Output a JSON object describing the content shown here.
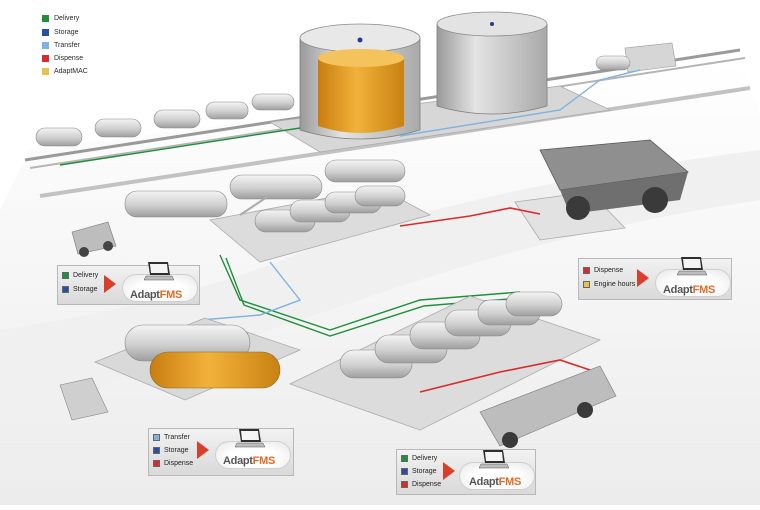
{
  "legend": [
    {
      "label": "Delivery",
      "color": "#1e8f3a"
    },
    {
      "label": "Storage",
      "color": "#2b4fa0"
    },
    {
      "label": "Transfer",
      "color": "#7fb2e0"
    },
    {
      "label": "Dispense",
      "color": "#d92b2b"
    },
    {
      "label": "AdaptMAC",
      "color": "#e8c24a"
    }
  ],
  "panels": [
    {
      "id": "left",
      "rows": [
        {
          "label": "Delivery",
          "color": "#1e8f3a"
        },
        {
          "label": "Storage",
          "color": "#2b4fa0"
        }
      ],
      "brand_a": "Adapt",
      "brand_b": "FMS"
    },
    {
      "id": "right",
      "rows": [
        {
          "label": "Dispense",
          "color": "#d92b2b"
        },
        {
          "label": "Engine hours",
          "color": "#e8c24a"
        }
      ],
      "brand_a": "Adapt",
      "brand_b": "FMS"
    },
    {
      "id": "bottom-left",
      "rows": [
        {
          "label": "Transfer",
          "color": "#7fb2e0"
        },
        {
          "label": "Storage",
          "color": "#2b4fa0"
        },
        {
          "label": "Dispense",
          "color": "#d92b2b"
        }
      ],
      "brand_a": "Adapt",
      "brand_b": "FMS"
    },
    {
      "id": "bottom-center",
      "rows": [
        {
          "label": "Delivery",
          "color": "#1e8f3a"
        },
        {
          "label": "Storage",
          "color": "#2b4fa0"
        },
        {
          "label": "Dispense",
          "color": "#d92b2b"
        }
      ],
      "brand_a": "Adapt",
      "brand_b": "FMS"
    }
  ],
  "colors": {
    "delivery": "#1e8f3a",
    "storage": "#2b4fa0",
    "transfer": "#7fb2e0",
    "dispense": "#d92b2b",
    "fuel": "#e9a321",
    "tank": "#d9d9d9",
    "pad": "#e4e4e4",
    "arrow": "#d9402b",
    "brand_accent": "#e06a25"
  }
}
